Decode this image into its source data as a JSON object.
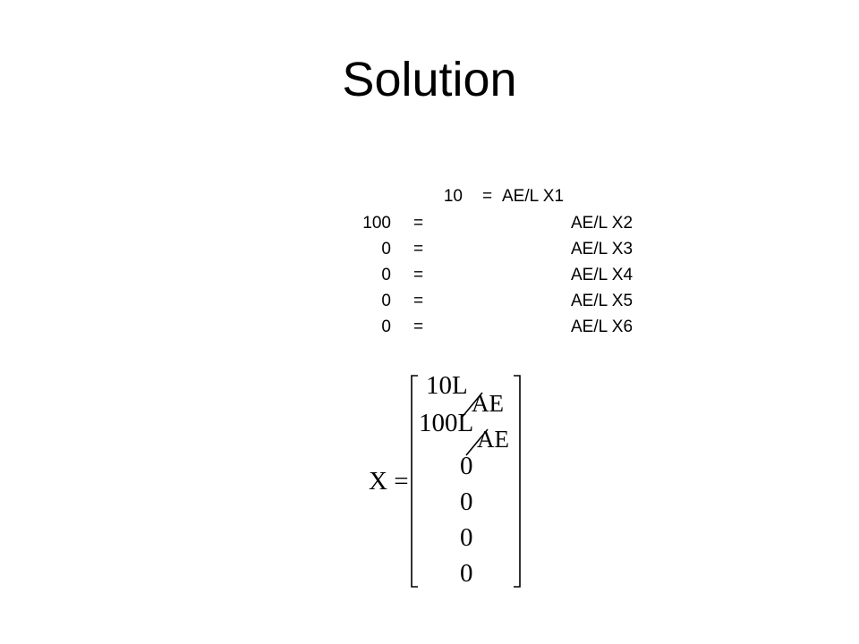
{
  "title": "Solution",
  "equations": [
    {
      "lhs": "10",
      "eq": "=",
      "rhs": "AE/L X1"
    },
    {
      "lhs": "100",
      "eq": "=",
      "rhs": "AE/L X2"
    },
    {
      "lhs": "0",
      "eq": "=",
      "rhs": "AE/L X3"
    },
    {
      "lhs": "0",
      "eq": "=",
      "rhs": "AE/L X4"
    },
    {
      "lhs": "0",
      "eq": "=",
      "rhs": "AE/L X5"
    },
    {
      "lhs": "0",
      "eq": "=",
      "rhs": "AE/L X6"
    }
  ],
  "matrix": {
    "lhs": "X =",
    "entries": [
      {
        "num": "10L",
        "den": "AE"
      },
      {
        "num": "100L",
        "den": "AE"
      },
      {
        "value": "0"
      },
      {
        "value": "0"
      },
      {
        "value": "0"
      },
      {
        "value": "0"
      }
    ]
  }
}
